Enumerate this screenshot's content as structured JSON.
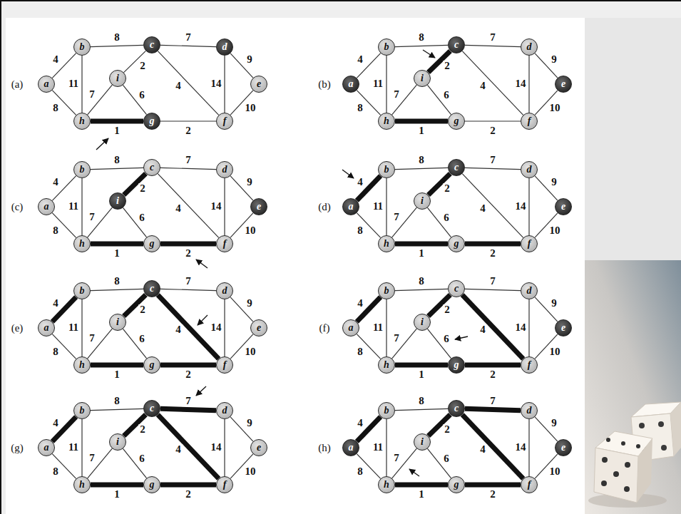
{
  "diagram": {
    "nodes": [
      {
        "text": [
          "a"
        ]
      },
      {
        "text": [
          "b"
        ]
      },
      {
        "text": [
          "c"
        ]
      },
      {
        "text": [
          "d"
        ]
      },
      {
        "text": [
          "e"
        ]
      },
      {
        "text": [
          "f"
        ]
      },
      {
        "text": [
          "g"
        ]
      },
      {
        "text": [
          "h"
        ]
      },
      {
        "text": [
          "i"
        ]
      },
      {
        "text": [
          "a"
        ]
      },
      {
        "text": [
          "b"
        ]
      },
      {
        "text": [
          "c"
        ]
      },
      {
        "text": [
          "d"
        ]
      },
      {
        "text": [
          "e"
        ]
      },
      {
        "text": [
          "f"
        ]
      },
      {
        "text": [
          "g"
        ]
      },
      {
        "text": [
          "h"
        ]
      },
      {
        "text": [
          "i"
        ]
      },
      {
        "text": [
          "a"
        ]
      },
      {
        "text": [
          "b"
        ]
      },
      {
        "text": [
          "c"
        ]
      },
      {
        "text": [
          "d"
        ]
      },
      {
        "text": [
          "e"
        ]
      },
      {
        "text": [
          "f"
        ]
      },
      {
        "text": [
          "g"
        ]
      },
      {
        "text": [
          "h"
        ]
      },
      {
        "text": [
          "i"
        ]
      },
      {
        "text": [
          "a"
        ]
      },
      {
        "text": [
          "b"
        ]
      },
      {
        "text": [
          "c"
        ]
      },
      {
        "text": [
          "d"
        ]
      },
      {
        "text": [
          "e"
        ]
      },
      {
        "text": [
          "f"
        ]
      },
      {
        "text": [
          "g"
        ]
      },
      {
        "text": [
          "h"
        ]
      },
      {
        "text": [
          "i"
        ]
      },
      {
        "text": [
          "a"
        ]
      },
      {
        "text": [
          "b"
        ]
      },
      {
        "text": [
          "c"
        ]
      },
      {
        "text": [
          "d"
        ]
      },
      {
        "text": [
          "e"
        ]
      },
      {
        "text": [
          "f"
        ]
      },
      {
        "text": [
          "g"
        ]
      },
      {
        "text": [
          "h"
        ]
      },
      {
        "text": [
          "i"
        ]
      },
      {
        "text": [
          "a"
        ]
      },
      {
        "text": [
          "b"
        ]
      },
      {
        "text": [
          "c"
        ]
      },
      {
        "text": [
          "d"
        ]
      },
      {
        "text": [
          "e"
        ]
      },
      {
        "text": [
          "f"
        ]
      },
      {
        "text": [
          "g"
        ]
      },
      {
        "text": [
          "h"
        ]
      },
      {
        "text": [
          "i"
        ]
      },
      {
        "text": [
          "a"
        ]
      },
      {
        "text": [
          "b"
        ]
      },
      {
        "text": [
          "c"
        ]
      },
      {
        "text": [
          "d"
        ]
      },
      {
        "text": [
          "e"
        ]
      },
      {
        "text": [
          "f"
        ]
      },
      {
        "text": [
          "g"
        ]
      },
      {
        "text": [
          "h"
        ]
      },
      {
        "text": [
          "i"
        ]
      },
      {
        "text": [
          "a"
        ]
      },
      {
        "text": [
          "b"
        ]
      },
      {
        "text": [
          "c"
        ]
      },
      {
        "text": [
          "d"
        ]
      },
      {
        "text": [
          "e"
        ]
      },
      {
        "text": [
          "f"
        ]
      },
      {
        "text": [
          "g"
        ]
      },
      {
        "text": [
          "h"
        ]
      },
      {
        "text": [
          "i"
        ]
      }
    ],
    "edges": [
      {
        "from": 0,
        "to": 1,
        "arrow": "none",
        "label": "4"
      },
      {
        "from": 0,
        "to": 7,
        "arrow": "none",
        "label": "8"
      },
      {
        "from": 1,
        "to": 2,
        "arrow": "none",
        "label": "8"
      },
      {
        "from": 1,
        "to": 7,
        "arrow": "none",
        "label": "11"
      },
      {
        "from": 2,
        "to": 3,
        "arrow": "none",
        "label": "7"
      },
      {
        "from": 2,
        "to": 8,
        "arrow": "none",
        "label": "2"
      },
      {
        "from": 2,
        "to": 5,
        "arrow": "none",
        "label": "4"
      },
      {
        "from": 3,
        "to": 4,
        "arrow": "none",
        "label": "9"
      },
      {
        "from": 3,
        "to": 5,
        "arrow": "none",
        "label": "14"
      },
      {
        "from": 4,
        "to": 5,
        "arrow": "none",
        "label": "10"
      },
      {
        "from": 5,
        "to": 6,
        "arrow": "none",
        "label": "2"
      },
      {
        "from": 7,
        "to": 6,
        "arrow": "none",
        "label": "1"
      },
      {
        "from": 6,
        "to": 8,
        "arrow": "none",
        "label": "6"
      },
      {
        "from": 7,
        "to": 8,
        "arrow": "none",
        "label": "7"
      },
      {
        "from": 9,
        "to": 10,
        "arrow": "none",
        "label": "4"
      },
      {
        "from": 9,
        "to": 16,
        "arrow": "none",
        "label": "8"
      },
      {
        "from": 10,
        "to": 11,
        "arrow": "none",
        "label": "8"
      },
      {
        "from": 10,
        "to": 16,
        "arrow": "none",
        "label": "11"
      },
      {
        "from": 11,
        "to": 12,
        "arrow": "none",
        "label": "7"
      },
      {
        "from": 11,
        "to": 17,
        "arrow": "none",
        "label": "2"
      },
      {
        "from": 11,
        "to": 14,
        "arrow": "none",
        "label": "4"
      },
      {
        "from": 12,
        "to": 13,
        "arrow": "none",
        "label": "9"
      },
      {
        "from": 12,
        "to": 14,
        "arrow": "none",
        "label": "14"
      },
      {
        "from": 13,
        "to": 14,
        "arrow": "none",
        "label": "10"
      },
      {
        "from": 14,
        "to": 15,
        "arrow": "none",
        "label": "2"
      },
      {
        "from": 16,
        "to": 15,
        "arrow": "none",
        "label": "1"
      },
      {
        "from": 15,
        "to": 17,
        "arrow": "none",
        "label": "6"
      },
      {
        "from": 16,
        "to": 17,
        "arrow": "none",
        "label": "7"
      },
      {
        "from": 18,
        "to": 19,
        "arrow": "none",
        "label": "4"
      },
      {
        "from": 18,
        "to": 25,
        "arrow": "none",
        "label": "8"
      },
      {
        "from": 19,
        "to": 20,
        "arrow": "none",
        "label": "8"
      },
      {
        "from": 19,
        "to": 25,
        "arrow": "none",
        "label": "11"
      },
      {
        "from": 20,
        "to": 21,
        "arrow": "none",
        "label": "7"
      },
      {
        "from": 20,
        "to": 26,
        "arrow": "none",
        "label": "2"
      },
      {
        "from": 20,
        "to": 23,
        "arrow": "none",
        "label": "4"
      },
      {
        "from": 21,
        "to": 22,
        "arrow": "none",
        "label": "9"
      },
      {
        "from": 21,
        "to": 23,
        "arrow": "none",
        "label": "14"
      },
      {
        "from": 22,
        "to": 23,
        "arrow": "none",
        "label": "10"
      },
      {
        "from": 23,
        "to": 24,
        "arrow": "none",
        "label": "2"
      },
      {
        "from": 25,
        "to": 24,
        "arrow": "none",
        "label": "1"
      },
      {
        "from": 24,
        "to": 26,
        "arrow": "none",
        "label": "6"
      },
      {
        "from": 25,
        "to": 26,
        "arrow": "none",
        "label": "7"
      },
      {
        "from": 27,
        "to": 28,
        "arrow": "none",
        "label": "4"
      },
      {
        "from": 27,
        "to": 34,
        "arrow": "none",
        "label": "8"
      },
      {
        "from": 28,
        "to": 29,
        "arrow": "none",
        "label": "8"
      },
      {
        "from": 28,
        "to": 34,
        "arrow": "none",
        "label": "11"
      },
      {
        "from": 29,
        "to": 30,
        "arrow": "none",
        "label": "7"
      },
      {
        "from": 29,
        "to": 35,
        "arrow": "none",
        "label": "2"
      },
      {
        "from": 29,
        "to": 32,
        "arrow": "none",
        "label": "4"
      },
      {
        "from": 30,
        "to": 31,
        "arrow": "none",
        "label": "9"
      },
      {
        "from": 30,
        "to": 32,
        "arrow": "none",
        "label": "14"
      },
      {
        "from": 31,
        "to": 32,
        "arrow": "none",
        "label": "10"
      },
      {
        "from": 32,
        "to": 33,
        "arrow": "none",
        "label": "2"
      },
      {
        "from": 34,
        "to": 33,
        "arrow": "none",
        "label": "1"
      },
      {
        "from": 33,
        "to": 35,
        "arrow": "none",
        "label": "6"
      },
      {
        "from": 34,
        "to": 35,
        "arrow": "none",
        "label": "7"
      },
      {
        "from": 36,
        "to": 37,
        "arrow": "none",
        "label": "4"
      },
      {
        "from": 36,
        "to": 43,
        "arrow": "none",
        "label": "8"
      },
      {
        "from": 37,
        "to": 38,
        "arrow": "none",
        "label": "8"
      },
      {
        "from": 37,
        "to": 43,
        "arrow": "none",
        "label": "11"
      },
      {
        "from": 38,
        "to": 39,
        "arrow": "none",
        "label": "7"
      },
      {
        "from": 38,
        "to": 44,
        "arrow": "none",
        "label": "2"
      },
      {
        "from": 38,
        "to": 41,
        "arrow": "none",
        "label": "4"
      },
      {
        "from": 39,
        "to": 40,
        "arrow": "none",
        "label": "9"
      },
      {
        "from": 39,
        "to": 41,
        "arrow": "none",
        "label": "14"
      },
      {
        "from": 40,
        "to": 41,
        "arrow": "none",
        "label": "10"
      },
      {
        "from": 41,
        "to": 42,
        "arrow": "none",
        "label": "2"
      },
      {
        "from": 43,
        "to": 42,
        "arrow": "none",
        "label": "1"
      },
      {
        "from": 42,
        "to": 44,
        "arrow": "none",
        "label": "6"
      },
      {
        "from": 43,
        "to": 44,
        "arrow": "none",
        "label": "7"
      },
      {
        "from": 45,
        "to": 46,
        "arrow": "none",
        "label": "4"
      },
      {
        "from": 45,
        "to": 52,
        "arrow": "none",
        "label": "8"
      },
      {
        "from": 46,
        "to": 47,
        "arrow": "none",
        "label": "8"
      },
      {
        "from": 46,
        "to": 52,
        "arrow": "none",
        "label": "11"
      },
      {
        "from": 47,
        "to": 48,
        "arrow": "none",
        "label": "7"
      },
      {
        "from": 47,
        "to": 53,
        "arrow": "none",
        "label": "2"
      },
      {
        "from": 47,
        "to": 50,
        "arrow": "none",
        "label": "4"
      },
      {
        "from": 48,
        "to": 49,
        "arrow": "none",
        "label": "9"
      },
      {
        "from": 48,
        "to": 50,
        "arrow": "none",
        "label": "14"
      },
      {
        "from": 49,
        "to": 50,
        "arrow": "none",
        "label": "10"
      },
      {
        "from": 50,
        "to": 51,
        "arrow": "none",
        "label": "2"
      },
      {
        "from": 52,
        "to": 51,
        "arrow": "none",
        "label": "1"
      },
      {
        "from": 51,
        "to": 53,
        "arrow": "none",
        "label": "6"
      },
      {
        "from": 52,
        "to": 53,
        "arrow": "none",
        "label": "7"
      },
      {
        "from": 54,
        "to": 55,
        "arrow": "none",
        "label": "4"
      },
      {
        "from": 54,
        "to": 61,
        "arrow": "none",
        "label": "8"
      },
      {
        "from": 55,
        "to": 56,
        "arrow": "none",
        "label": "8"
      },
      {
        "from": 55,
        "to": 61,
        "arrow": "none",
        "label": "11"
      },
      {
        "from": 56,
        "to": 57,
        "arrow": "none",
        "label": "7"
      },
      {
        "from": 56,
        "to": 62,
        "arrow": "none",
        "label": "2"
      },
      {
        "from": 56,
        "to": 59,
        "arrow": "none",
        "label": "4"
      },
      {
        "from": 57,
        "to": 58,
        "arrow": "none",
        "label": "9"
      },
      {
        "from": 57,
        "to": 59,
        "arrow": "none",
        "label": "14"
      },
      {
        "from": 58,
        "to": 59,
        "arrow": "none",
        "label": "10"
      },
      {
        "from": 59,
        "to": 60,
        "arrow": "none",
        "label": "2"
      },
      {
        "from": 61,
        "to": 60,
        "arrow": "none",
        "label": "1"
      },
      {
        "from": 60,
        "to": 62,
        "arrow": "none",
        "label": "6"
      },
      {
        "from": 61,
        "to": 62,
        "arrow": "none",
        "label": "7"
      },
      {
        "from": 63,
        "to": 64,
        "arrow": "none",
        "label": "4"
      },
      {
        "from": 63,
        "to": 70,
        "arrow": "none",
        "label": "8"
      },
      {
        "from": 64,
        "to": 65,
        "arrow": "none",
        "label": "8"
      },
      {
        "from": 64,
        "to": 70,
        "arrow": "none",
        "label": "11"
      },
      {
        "from": 65,
        "to": 66,
        "arrow": "none",
        "label": "7"
      },
      {
        "from": 65,
        "to": 71,
        "arrow": "none",
        "label": "2"
      },
      {
        "from": 65,
        "to": 68,
        "arrow": "none",
        "label": "4"
      },
      {
        "from": 66,
        "to": 67,
        "arrow": "none",
        "label": "9"
      },
      {
        "from": 66,
        "to": 68,
        "arrow": "none",
        "label": "14"
      },
      {
        "from": 67,
        "to": 68,
        "arrow": "none",
        "label": "10"
      },
      {
        "from": 68,
        "to": 69,
        "arrow": "none",
        "label": "2"
      },
      {
        "from": 70,
        "to": 69,
        "arrow": "none",
        "label": "1"
      },
      {
        "from": 69,
        "to": 71,
        "arrow": "none",
        "label": "6"
      },
      {
        "from": 70,
        "to": 71,
        "arrow": "none",
        "label": "7"
      }
    ],
    "labels": [
      "(a)",
      "(b)",
      "(c)",
      "(d)",
      "(e)",
      "(f)",
      "(g)",
      "(h)"
    ]
  }
}
